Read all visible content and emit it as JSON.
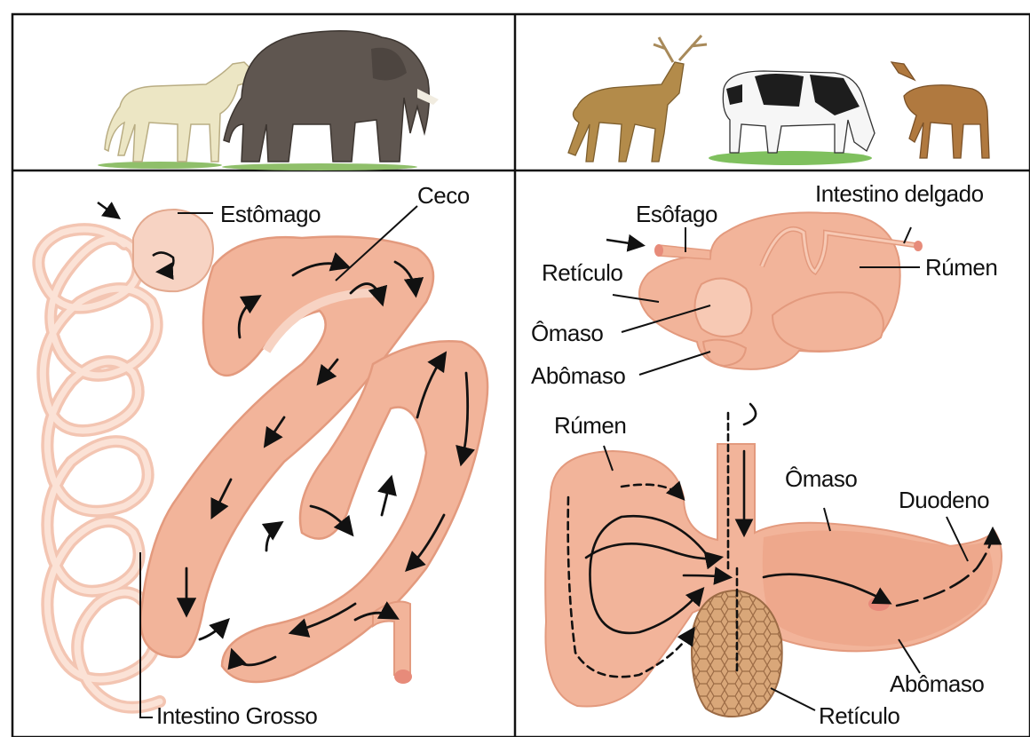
{
  "left_panel": {
    "labels": {
      "stomach": "Estômago",
      "cecum": "Ceco",
      "large_intestine": "Intestino Grosso"
    }
  },
  "right_panel": {
    "top_labels": {
      "esophagus": "Esôfago",
      "small_intestine": "Intestino delgado",
      "reticulum": "Retículo",
      "rumen": "Rúmen",
      "omasum": "Ômaso",
      "abomasum": "Abômaso"
    },
    "bottom_labels": {
      "rumen": "Rúmen",
      "omasum": "Ômaso",
      "duodenum": "Duodeno",
      "abomasum": "Abômaso",
      "reticulum": "Retículo"
    }
  },
  "colors": {
    "tissue": "#f2b49a",
    "tissue_dark": "#e39a7e",
    "tissue_light": "#f7d3c3",
    "reticulum": "#d9a779",
    "border": "#111111"
  },
  "animals": {
    "left": [
      "horse",
      "elephant"
    ],
    "right": [
      "deer",
      "cow",
      "fawn"
    ]
  }
}
